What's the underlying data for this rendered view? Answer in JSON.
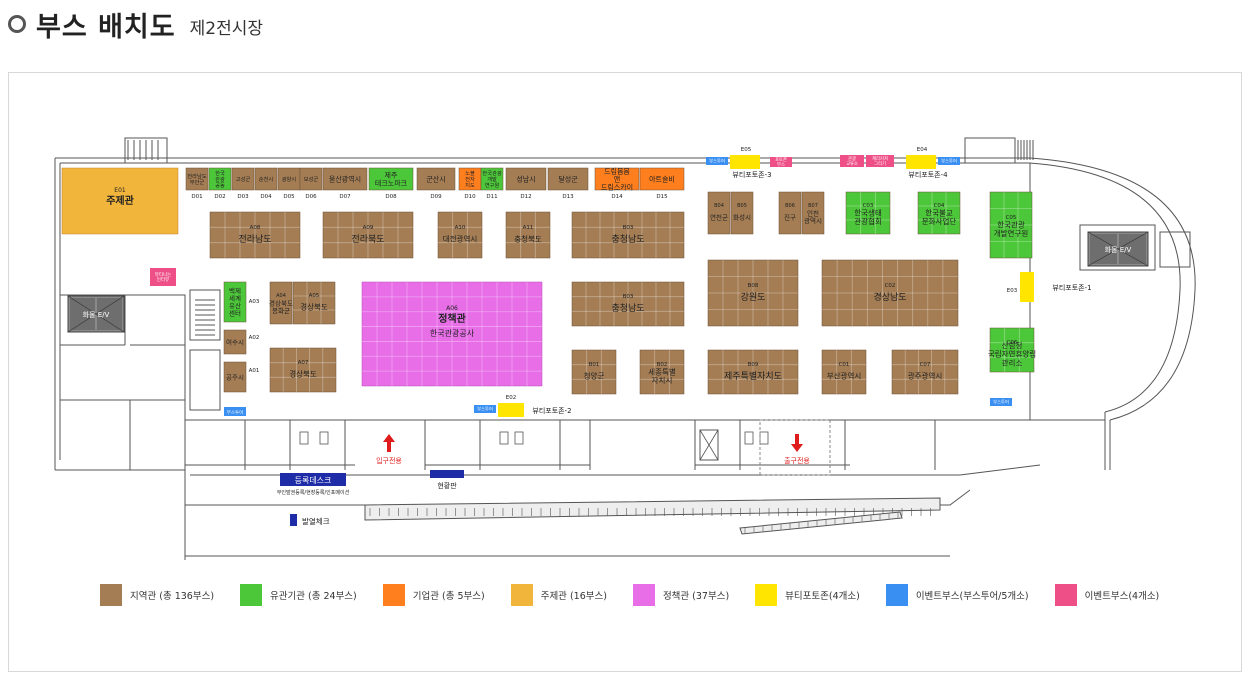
{
  "header": {
    "title": "부스 배치도",
    "subtitle": "제2전시장"
  },
  "colors": {
    "regional": "#a47d54",
    "public": "#4dc73a",
    "corporate": "#ff7f1f",
    "theme": "#f2b53c",
    "policy": "#e86ee8",
    "beauty": "#ffe500",
    "event_blue": "#3a8ff2",
    "event_pink": "#ee4f86",
    "wall": "#555555"
  },
  "legend": [
    {
      "label": "지역관 (총 136부스)",
      "color": "#a47d54"
    },
    {
      "label": "유관기관 (총 24부스)",
      "color": "#4dc73a"
    },
    {
      "label": "기업관 (총 5부스)",
      "color": "#ff7f1f"
    },
    {
      "label": "주제관 (16부스)",
      "color": "#f2b53c"
    },
    {
      "label": "정책관 (37부스)",
      "color": "#e86ee8"
    },
    {
      "label": "뷰티포토존(4개소)",
      "color": "#ffe500"
    },
    {
      "label": "이벤트부스(부스투어/5개소)",
      "color": "#3a8ff2"
    },
    {
      "label": "이벤트부스(4개소)",
      "color": "#ee4f86"
    }
  ],
  "labels": {
    "main_hall_code": "E01",
    "main_hall_name": "주제관",
    "policy_code": "A06",
    "policy_name": "정책관",
    "policy_sub": "한국관광공사",
    "ev_left": "화물 E/V",
    "ev_right": "화물 E/V",
    "entrance": "입구전용",
    "exit": "출구전용",
    "registration": "등록데스크",
    "registration_sub": "무인발권등록/현장등록/인포메이션",
    "status_board": "현황판",
    "ticket_check": "발열체크",
    "e02": "E02",
    "e03": "E03",
    "e04": "E04",
    "e05": "E05",
    "photo_1": "뷰티포토존-1",
    "photo_2": "뷰티포토존-2",
    "photo_3": "뷰티포토존-3",
    "photo_4": "뷰티포토존-4",
    "booth_tour": "부스투어",
    "beauty_column": "뷰티나는 인터뷰",
    "a01": "A01",
    "a02": "A02",
    "a03": "A03"
  },
  "d_booths": [
    {
      "code": "D01",
      "name": "전라남도 무안군",
      "color": "#a47d54"
    },
    {
      "code": "D02",
      "name": "한국 관광 공동",
      "color": "#4dc73a"
    },
    {
      "code": "D03",
      "name": "고성군",
      "color": "#a47d54"
    },
    {
      "code": "D04",
      "name": "순천시",
      "color": "#a47d54"
    },
    {
      "code": "D05",
      "name": "광양시",
      "color": "#a47d54"
    },
    {
      "code": "D06",
      "name": "보성군",
      "color": "#a47d54"
    },
    {
      "code": "D07",
      "name": "울산광역시",
      "color": "#a47d54"
    },
    {
      "code": "D08",
      "name": "제주 테크노파크",
      "color": "#4dc73a"
    },
    {
      "code": "D09",
      "name": "군산시",
      "color": "#a47d54"
    },
    {
      "code": "D10",
      "name": "노블 전자 지도",
      "color": "#ff7f1f"
    },
    {
      "code": "D11",
      "name": "한국관광 개발 연구원",
      "color": "#4dc73a"
    },
    {
      "code": "D12",
      "name": "성남시",
      "color": "#a47d54"
    },
    {
      "code": "D13",
      "name": "달성군",
      "color": "#a47d54"
    },
    {
      "code": "D14",
      "name": "드림봄봄 앤 드림스카이",
      "color": "#ff7f1f"
    },
    {
      "code": "D15",
      "name": "아트슬비",
      "color": "#ff7f1f"
    }
  ],
  "booths": [
    {
      "code": "A08",
      "name": "전라남도",
      "color": "#a47d54"
    },
    {
      "code": "A09",
      "name": "전라북도",
      "color": "#a47d54"
    },
    {
      "code": "A10",
      "name": "대전광역시",
      "color": "#a47d54"
    },
    {
      "code": "A11",
      "name": "충청북도",
      "color": "#a47d54"
    },
    {
      "code": "B03",
      "name": "충청남도",
      "color": "#a47d54"
    },
    {
      "code": "A04",
      "name": "경상북도 봉화군",
      "color": "#a47d54"
    },
    {
      "code": "A05",
      "name": "경상북도",
      "color": "#a47d54"
    },
    {
      "code": "A07",
      "name": "경상북도",
      "color": "#a47d54"
    },
    {
      "code": "B03",
      "name": "충청남도",
      "color": "#a47d54"
    },
    {
      "code": "B01",
      "name": "청양군",
      "color": "#a47d54"
    },
    {
      "code": "B02",
      "name": "세종특별 자치시",
      "color": "#a47d54"
    },
    {
      "code": "B04",
      "name": "연천군",
      "color": "#a47d54"
    },
    {
      "code": "B05",
      "name": "화성시",
      "color": "#a47d54"
    },
    {
      "code": "B06",
      "name": "진구",
      "color": "#a47d54"
    },
    {
      "code": "B07",
      "name": "인천 광역시",
      "color": "#a47d54"
    },
    {
      "code": "C03",
      "name": "한국생태 관광협회",
      "color": "#4dc73a"
    },
    {
      "code": "C04",
      "name": "한국불교 문화사업단",
      "color": "#4dc73a"
    },
    {
      "code": "C05",
      "name": "한국관광 개발연구원",
      "color": "#4dc73a"
    },
    {
      "code": "B08",
      "name": "강원도",
      "color": "#a47d54"
    },
    {
      "code": "C02",
      "name": "경상남도",
      "color": "#a47d54"
    },
    {
      "code": "B09",
      "name": "제주특별자치도",
      "color": "#a47d54"
    },
    {
      "code": "C01",
      "name": "부산광역시",
      "color": "#a47d54"
    },
    {
      "code": "C07",
      "name": "광주광역시",
      "color": "#a47d54"
    },
    {
      "code": "C06",
      "name": "산림청 국립자연휴양림 관리소",
      "color": "#4dc73a"
    },
    {
      "code": "",
      "name": "백제 세계 유산 센터",
      "color": "#4dc73a"
    },
    {
      "code": "",
      "name": "여수시",
      "color": "#a47d54"
    },
    {
      "code": "",
      "name": "공주시",
      "color": "#a47d54"
    }
  ],
  "small_events": [
    {
      "name": "부스투어",
      "color": "#3a8ff2"
    },
    {
      "name": "포토존 부스",
      "color": "#ee4f86"
    },
    {
      "name": "관광 교류소",
      "color": "#ee4f86"
    },
    {
      "name": "캐리커쳐 그리기",
      "color": "#ee4f86"
    },
    {
      "name": "부스투어",
      "color": "#3a8ff2"
    },
    {
      "name": "부스투어",
      "color": "#3a8ff2"
    },
    {
      "name": "부스투어",
      "color": "#3a8ff2"
    }
  ]
}
